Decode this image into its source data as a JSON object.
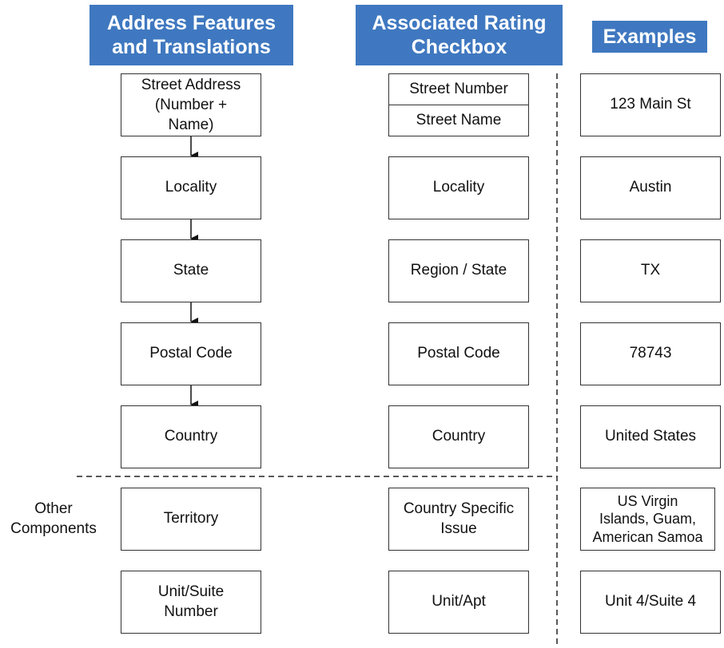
{
  "headers": {
    "address_features": "Address Features\nand Translations",
    "associated_rating": "Associated Rating\nCheckbox",
    "examples": "Examples"
  },
  "address_features": {
    "street_address": "Street Address\n(Number +\nName)",
    "locality": "Locality",
    "state": "State",
    "postal_code": "Postal Code",
    "country": "Country",
    "territory": "Territory",
    "unit_suite": "Unit/Suite\nNumber"
  },
  "rating": {
    "street_number": "Street Number",
    "street_name": "Street Name",
    "locality": "Locality",
    "region_state": "Region / State",
    "postal_code": "Postal Code",
    "country": "Country",
    "country_specific": "Country Specific\nIssue",
    "unit_apt": "Unit/Apt"
  },
  "examples": {
    "street": "123 Main St",
    "locality": "Austin",
    "state": "TX",
    "postal": "78743",
    "country": "United States",
    "territory": "US Virgin\nIslands, Guam,\nAmerican Samoa",
    "unit": "Unit 4/Suite 4"
  },
  "other_components_label": "Other\nComponents",
  "colors": {
    "header_bg": "#3f78c0",
    "border": "#333333"
  }
}
